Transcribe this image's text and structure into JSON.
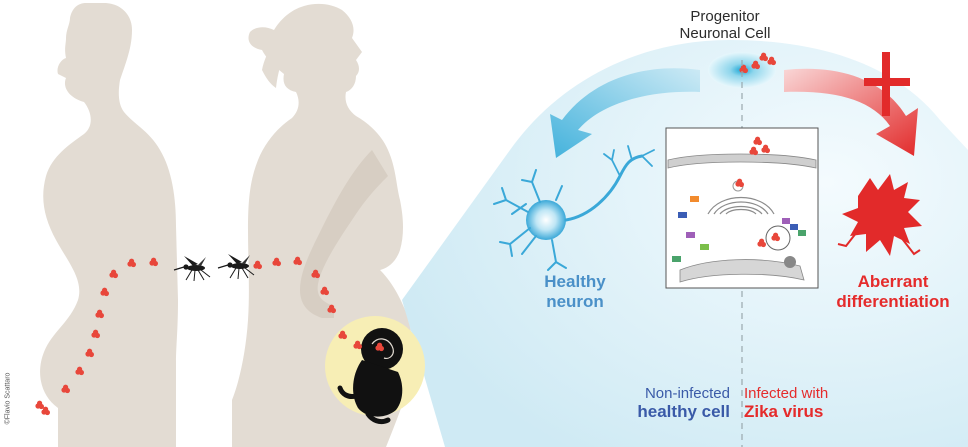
{
  "labels": {
    "progenitor_line1": "Progenitor",
    "progenitor_line2": "Neuronal Cell",
    "healthy_line1": "Healthy",
    "healthy_line2": "neuron",
    "aberrant_line1": "Aberrant",
    "aberrant_line2": "differentiation",
    "noninfected_line1": "Non-infected",
    "noninfected_line2": "healthy cell",
    "infected_line1": "Infected with",
    "infected_line2": "Zika virus",
    "credit": "©Flavio Scattaro"
  },
  "colors": {
    "silhouette": "#e3dcd3",
    "virus": "#e8473b",
    "healthy_blue": "#4a90c8",
    "aberrant_red": "#e52b2b",
    "fetus_bg": "#f7eeb5",
    "panel_blue": "#cfeaf4"
  },
  "icons": [
    "mosquito-icon",
    "neuron-icon",
    "aberrant-cell-icon",
    "fetus-icon",
    "cross-icon",
    "arrow-icon"
  ]
}
